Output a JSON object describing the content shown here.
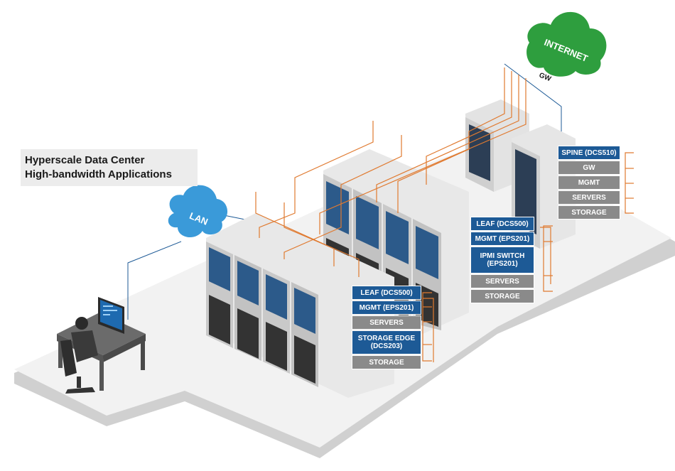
{
  "title": {
    "line1": "Hyperscale Data Center",
    "line2": "High-bandwidth Applications"
  },
  "clouds": {
    "internet": "INTERNET",
    "lan": "LAN",
    "gw": "GW"
  },
  "legends": {
    "spine": [
      {
        "text": "SPINE (DCS510)",
        "kind": "blue"
      },
      {
        "text": "GW",
        "kind": "gray"
      },
      {
        "text": "MGMT",
        "kind": "gray"
      },
      {
        "text": "SERVERS",
        "kind": "gray"
      },
      {
        "text": "STORAGE",
        "kind": "gray"
      }
    ],
    "middle": [
      {
        "text": "LEAF (DCS500)",
        "kind": "blue"
      },
      {
        "text": "MGMT (EPS201)",
        "kind": "blue"
      },
      {
        "text": "IPMI SWITCH\n(EPS201)",
        "kind": "blue"
      },
      {
        "text": "SERVERS",
        "kind": "gray"
      },
      {
        "text": "STORAGE",
        "kind": "gray"
      }
    ],
    "front": [
      {
        "text": "LEAF (DCS500)",
        "kind": "blue"
      },
      {
        "text": "MGMT (EPS201)",
        "kind": "blue"
      },
      {
        "text": "SERVERS",
        "kind": "gray"
      },
      {
        "text": "STORAGE EDGE\n(DCS203)",
        "kind": "blue"
      },
      {
        "text": "STORAGE",
        "kind": "gray"
      }
    ]
  },
  "colors": {
    "cloud_green": "#2e9e3e",
    "cloud_blue": "#3a9ad9",
    "cable_orange": "#e07a30",
    "label_blue": "#1d5a96",
    "label_gray": "#8a8a8a",
    "floor": "#f0f0f0"
  }
}
